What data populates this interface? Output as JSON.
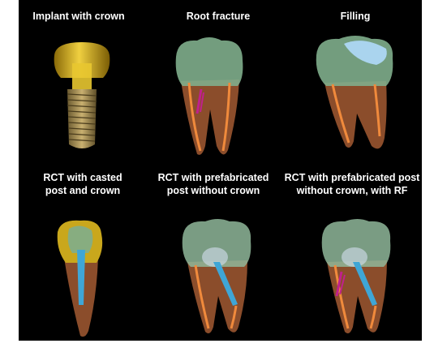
{
  "figure": {
    "top_row": [
      {
        "caption": "Implant with crown"
      },
      {
        "caption": "Root fracture"
      },
      {
        "caption": "Filling"
      }
    ],
    "bottom_row": [
      {
        "caption_line1": "RCT with casted",
        "caption_line2": "post and crown"
      },
      {
        "caption_line1": "RCT with prefabricated",
        "caption_line2": "post without crown"
      },
      {
        "caption_line1": "RCT with prefabricated post",
        "caption_line2": "without crown, with RF"
      }
    ]
  },
  "colors": {
    "background": "#000000",
    "tooth_root": "#b4633c",
    "tooth_crown": "#8fb79a",
    "implant_gold": "#d9b51c",
    "filling_blue": "#aad4ee",
    "post_blue": "#3fa6d6",
    "fracture_magenta": "#c0208c",
    "canal_orange": "#f08a3c"
  }
}
